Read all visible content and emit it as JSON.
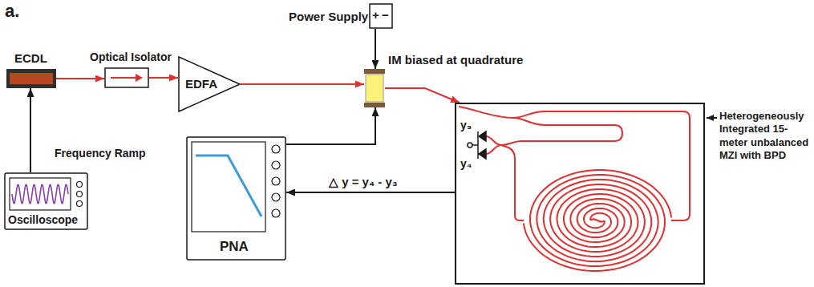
{
  "diagram": {
    "nodes": [
      {
        "text": [
          "ECDL"
        ]
      },
      {
        "text": [
          "Optical Isolator"
        ]
      },
      {
        "text": [
          "EDFA"
        ]
      },
      {
        "text": [
          "Power Supply",
          "+",
          "−"
        ]
      },
      {
        "text": [
          "IM biased at quadrature"
        ]
      },
      {
        "text": [
          "Oscilloscope"
        ]
      },
      {
        "text": [
          "PNA"
        ]
      },
      {
        "text": [
          "y₃",
          "y₄"
        ]
      }
    ],
    "edges": [
      {
        "from": 0,
        "to": 1,
        "arrow": "to"
      },
      {
        "from": 1,
        "to": 2,
        "arrow": "to"
      },
      {
        "from": 2,
        "to": 4,
        "arrow": "to"
      },
      {
        "from": 4,
        "to": 7,
        "arrow": "to"
      },
      {
        "from": 5,
        "to": 0,
        "label": "Frequency Ramp",
        "arrow": "to"
      },
      {
        "from": 3,
        "to": 4,
        "arrow": "to"
      },
      {
        "from": 6,
        "to": 4,
        "arrow": "to"
      },
      {
        "from": 7,
        "to": 6,
        "label": "△ y = y₄ - y₃",
        "arrow": "to"
      }
    ],
    "labels": [
      "a.",
      "Heterogeneously Integrated 15-meter unbalanced MZI with BPD"
    ]
  }
}
